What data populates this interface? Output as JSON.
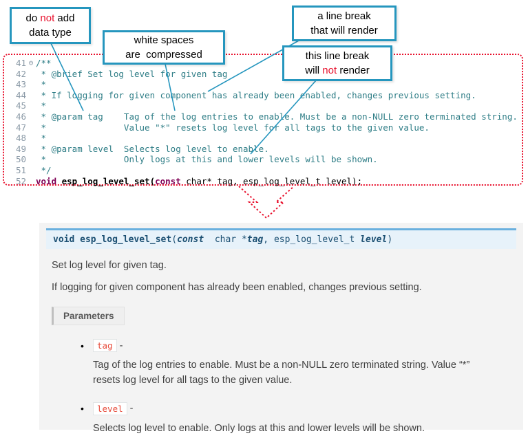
{
  "colors": {
    "accent_teal": "#2596BE",
    "warning_red": "#E8112D",
    "signature_bg": "#E7F2FA",
    "signature_border": "#6AB0DE",
    "comment_teal": "#2E7D86",
    "keyword_maroon": "#7F0055",
    "literal_red": "#E74C3C"
  },
  "callouts": {
    "c1": {
      "pre": "do ",
      "em": "not",
      "post": " add",
      "line2": "data type"
    },
    "c2": {
      "line1": "white spaces",
      "line2": "are  compressed"
    },
    "c3": {
      "line1": "a line break",
      "line2": "that will render"
    },
    "c4": {
      "line1": "this line break",
      "pre": "will ",
      "em": "not",
      "post": " render"
    }
  },
  "editor": {
    "lines": [
      {
        "num": "41",
        "fold": "⊖",
        "code": "/**"
      },
      {
        "num": "42",
        "code": " * @brief Set log level for given tag"
      },
      {
        "num": "43",
        "code": " *"
      },
      {
        "num": "44",
        "code": " * If logging for given component has already been enabled, changes previous setting."
      },
      {
        "num": "45",
        "code": " *"
      },
      {
        "num": "46",
        "code": " * @param tag    Tag of the log entries to enable. Must be a non-NULL zero terminated string."
      },
      {
        "num": "47",
        "code": " *               Value \"*\" resets log level for all tags to the given value."
      },
      {
        "num": "48",
        "code": " *"
      },
      {
        "num": "49",
        "code": " * @param level  Selects log level to enable."
      },
      {
        "num": "50",
        "code": " *               Only logs at this and lower levels will be shown."
      },
      {
        "num": "51",
        "code": " */"
      },
      {
        "num": "52",
        "kw1": "void",
        "name": " esp_log_level_set(",
        "kw2": "const",
        "rest": " char* tag, esp_log_level_t level);"
      }
    ]
  },
  "doc": {
    "signature": {
      "ret": "void ",
      "name": "esp_log_level_set",
      "open": "(",
      "kw": "const",
      "type1": "  char *",
      "p1": "tag",
      "comma": ", ",
      "type2": "esp_log_level_t ",
      "p2": "level",
      "close": ")"
    },
    "p1": "Set log level for given tag.",
    "p2": "If logging for given component has already been enabled, changes previous setting.",
    "params_label": "Parameters",
    "bullet": "•",
    "items": [
      {
        "name": "tag",
        "dash": " -",
        "desc": "Tag of the log entries to enable. Must be a non-NULL zero terminated string. Value “*” resets log level for all tags to the given value."
      },
      {
        "name": "level",
        "dash": " -",
        "desc": "Selects log level to enable. Only logs at this and lower levels will be shown."
      }
    ]
  }
}
